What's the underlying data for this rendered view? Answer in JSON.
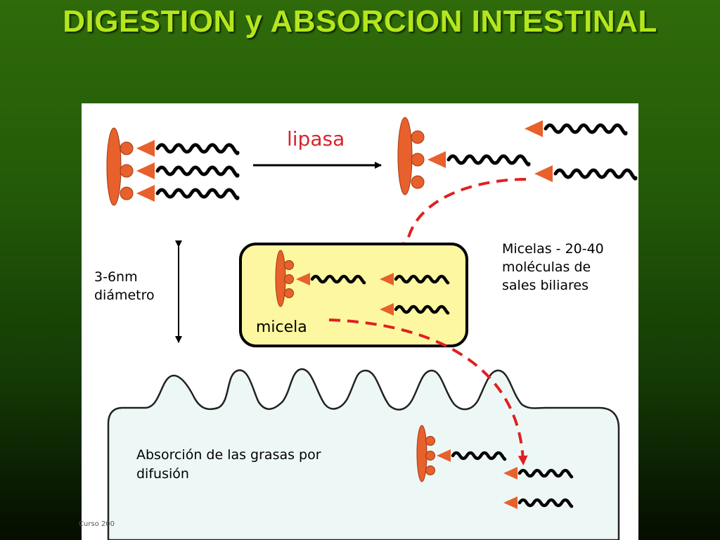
{
  "title": "DIGESTION y ABSORCION INTESTINAL",
  "labels": {
    "lipasa": "lipasa",
    "diameter_line1": "3-6nm",
    "diameter_line2": "diámetro",
    "micelas_line1": "Micelas - 20-40",
    "micelas_line2": "moléculas de",
    "micelas_line3": "sales biliares",
    "micela": "micela",
    "absorcion_line1": "Absorción de las grasas por",
    "absorcion_line2": "difusión"
  },
  "footer_fragment": "Curso 200",
  "colors": {
    "title": "#b5e61d",
    "molecule": "#e8602c",
    "lipasa_text": "#d8232a",
    "micelle_fill": "#fdf7a1",
    "cell_fill": "#edf8f6",
    "arrow_dashed": "#e02020"
  }
}
